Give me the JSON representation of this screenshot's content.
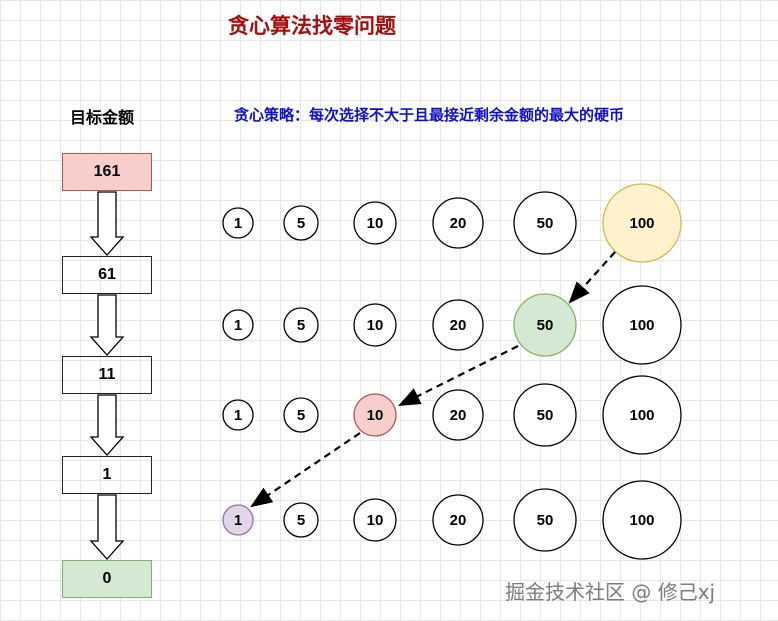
{
  "title": "贪心算法找零问题",
  "target_label": "目标金额",
  "strategy": "贪心策略：每次选择不大于且最接近剩余金额的最大的硬币",
  "targets": [
    "161",
    "61",
    "11",
    "1",
    "0"
  ],
  "coin_rows": [
    {
      "coins": [
        "1",
        "5",
        "10",
        "20",
        "50",
        "100"
      ],
      "chosen": "100"
    },
    {
      "coins": [
        "1",
        "5",
        "10",
        "20",
        "50",
        "100"
      ],
      "chosen": "50"
    },
    {
      "coins": [
        "1",
        "5",
        "10",
        "20",
        "50",
        "100"
      ],
      "chosen": "10"
    },
    {
      "coins": [
        "1",
        "5",
        "10",
        "20",
        "50",
        "100"
      ],
      "chosen": "1"
    }
  ],
  "colors": {
    "chosen_100": "#fff2cc",
    "chosen_50": "#d5e8d4",
    "chosen_10": "#f8cecc",
    "chosen_1": "#e1d5e7",
    "start_box": "#f8cecc",
    "end_box": "#d5e8d4"
  },
  "watermark": "掘金技术社区 @ 修己xj"
}
